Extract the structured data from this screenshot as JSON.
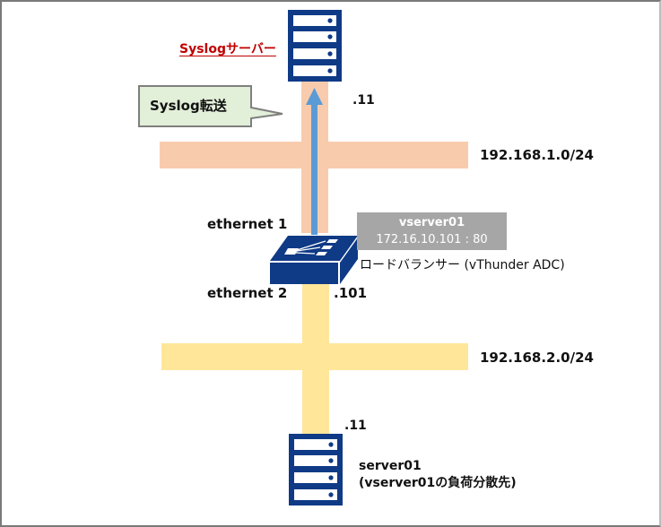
{
  "title": "Syslog転送構成図",
  "syslog_server": {
    "label": "Syslogサーバー",
    "ip_suffix": ".11",
    "icon": "server-icon"
  },
  "callout": {
    "text": "Syslog転送"
  },
  "networks": [
    {
      "cidr": "192.168.1.0/24",
      "color": "#f8cbad"
    },
    {
      "cidr": "192.168.2.0/24",
      "color": "#ffe699"
    }
  ],
  "load_balancer": {
    "name": "ロードバランサー (vThunder ADC)",
    "icon": "load-balancer-switch-icon",
    "interface_upper": "ethernet 1",
    "interface_lower": "ethernet 2",
    "ip_suffix": ".101",
    "vip": {
      "name": "vserver01",
      "address": "172.16.10.101 : 80"
    }
  },
  "backend_server": {
    "name": "server01",
    "description": "(vserver01の負荷分散先)",
    "ip_suffix": ".11",
    "icon": "server-icon"
  },
  "colors": {
    "device_blue": "#0f3a86",
    "arrow_blue": "#5b9bd5",
    "callout_fill": "#e2efd9",
    "accent_red": "#c00000",
    "vip_gray": "#a6a6a6"
  }
}
